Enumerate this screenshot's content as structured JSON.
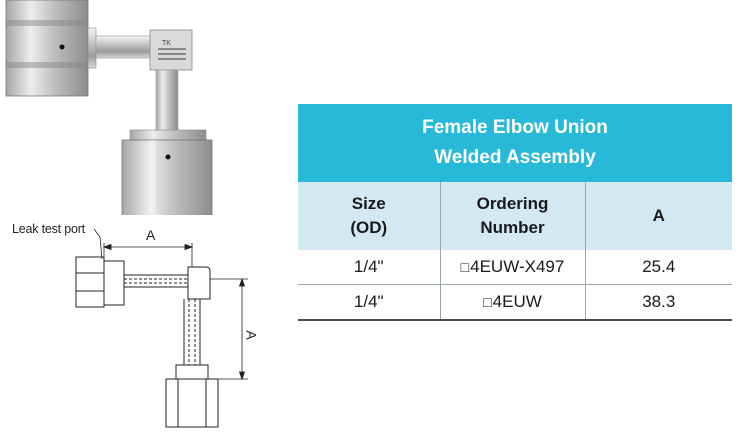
{
  "photo": {
    "stamp": "TK"
  },
  "drawing": {
    "leak_label": "Leak test port",
    "dim_horizontal": "A",
    "dim_vertical": "A"
  },
  "table": {
    "title_line1": "Female Elbow Union",
    "title_line2": "Welded Assembly",
    "headers": {
      "size_line1": "Size",
      "size_line2": "(OD)",
      "ordering_line1": "Ordering",
      "ordering_line2": "Number",
      "a": "A"
    },
    "rows": [
      {
        "size": "1/4\"",
        "box": "□",
        "ordering": "4EUW-X497",
        "a": "25.4"
      },
      {
        "size": "1/4\"",
        "box": "□",
        "ordering": "4EUW",
        "a": "38.3"
      }
    ]
  },
  "colors": {
    "title_bg": "#29b9d8",
    "header_bg": "#d3e9f1"
  }
}
